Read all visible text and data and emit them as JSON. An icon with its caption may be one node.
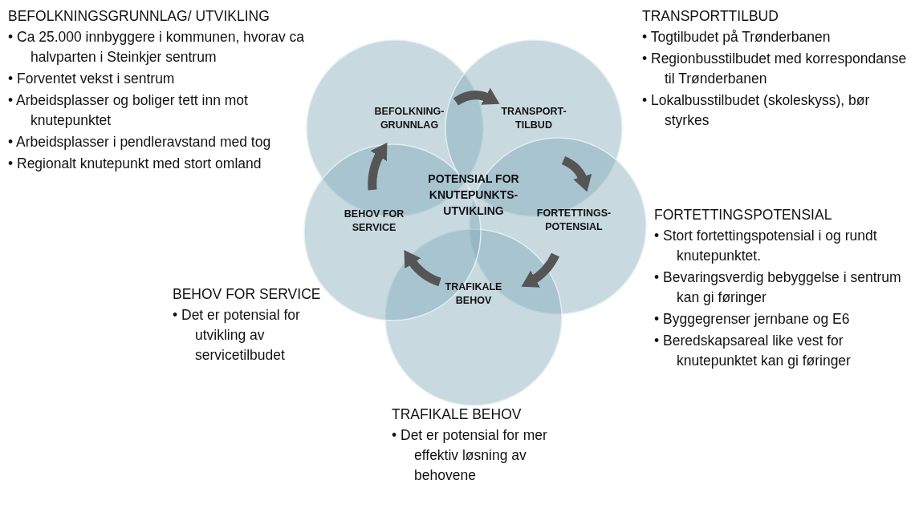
{
  "diagram": {
    "nodes": [
      {
        "text": [
          "BEFOLKNING- GRUNNLAG"
        ]
      },
      {
        "text": [
          "TRANSPORT- TILBUD"
        ]
      },
      {
        "text": [
          "FORTETTINGS- POTENSIAL"
        ]
      },
      {
        "text": [
          "TRAFIKALE BEHOV"
        ]
      },
      {
        "text": [
          "BEHOV FOR SERVICE"
        ]
      }
    ],
    "edges": [
      {
        "from": 0,
        "to": 1,
        "arrow": "to"
      },
      {
        "from": 1,
        "to": 2,
        "arrow": "to"
      },
      {
        "from": 2,
        "to": 3,
        "arrow": "to"
      },
      {
        "from": 3,
        "to": 4,
        "arrow": "to"
      },
      {
        "from": 4,
        "to": 0,
        "arrow": "to"
      }
    ],
    "labels": [
      "BEFOLKNINGSGRUNNLAG/ UTVIKLING",
      "• Ca 25.000 innbyggere i kommunen, hvorav ca halvparten i Steinkjer sentrum",
      "• Forventet vekst i sentrum",
      "• Arbeidsplasser og boliger tett inn mot knutepunktet",
      "• Arbeidsplasser i pendleravstand med tog",
      "• Regionalt knutepunkt med stort omland",
      "TRANSPORTTILBUD",
      "• Togtilbudet på Trønderbanen",
      "• Regionbusstilbudet med korrespondanse til Trønderbanen",
      "• Lokalbusstilbudet (skoleskyss), bør styrkes",
      "POTENSIAL FOR KNUTEPUNKTS- UTVIKLING",
      "FORTETTINGSPOTENSIAL",
      "• Stort fortettingspotensial i og rundt knutepunktet.",
      "• Bevaringsverdig bebyggelse i sentrum kan gi føringer",
      "• Byggegrenser jernbane og E6",
      "• Beredskapsareal like vest for knutepunktet kan gi føringer",
      "BEHOV FOR SERVICE",
      "• Det er potensial for utvikling av servicetilbudet",
      "TRAFIKALE BEHOV",
      "• Det er potensial for mer effektiv løsning av behovene"
    ]
  }
}
